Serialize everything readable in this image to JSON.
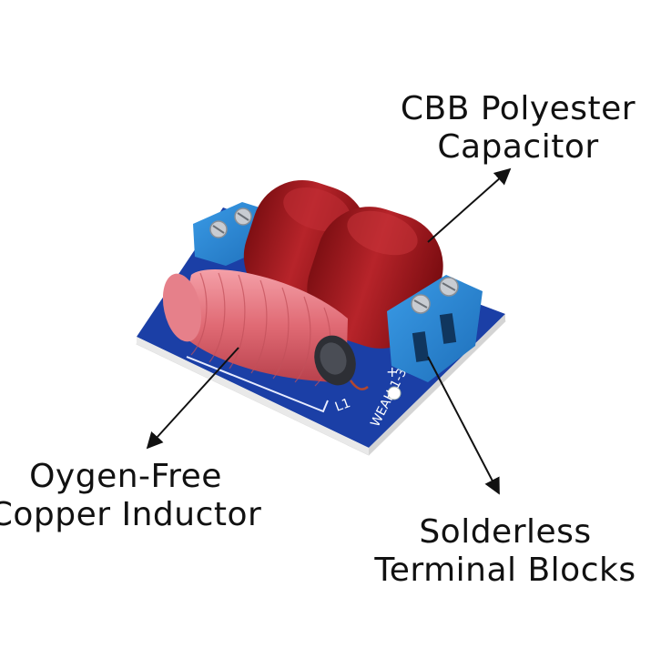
{
  "labels": {
    "capacitor": {
      "line1": "CBB Polyester",
      "line2": "Capacitor"
    },
    "inductor": {
      "line1": "Oygen-Free",
      "line2": "Copper Inductor"
    },
    "terminal": {
      "line1": "Solderless",
      "line2": "Terminal Blocks"
    }
  },
  "board": {
    "silkscreen_model": "WEAH 1-33",
    "silkscreen_ref": "L1",
    "polarity_plus": "+",
    "polarity_minus": "-"
  },
  "colors": {
    "pcb": "#1b3fa6",
    "capacitor": "#a4161b",
    "inductor": "#e2707a",
    "terminal_block": "#2a86d6",
    "text": "#111111"
  }
}
